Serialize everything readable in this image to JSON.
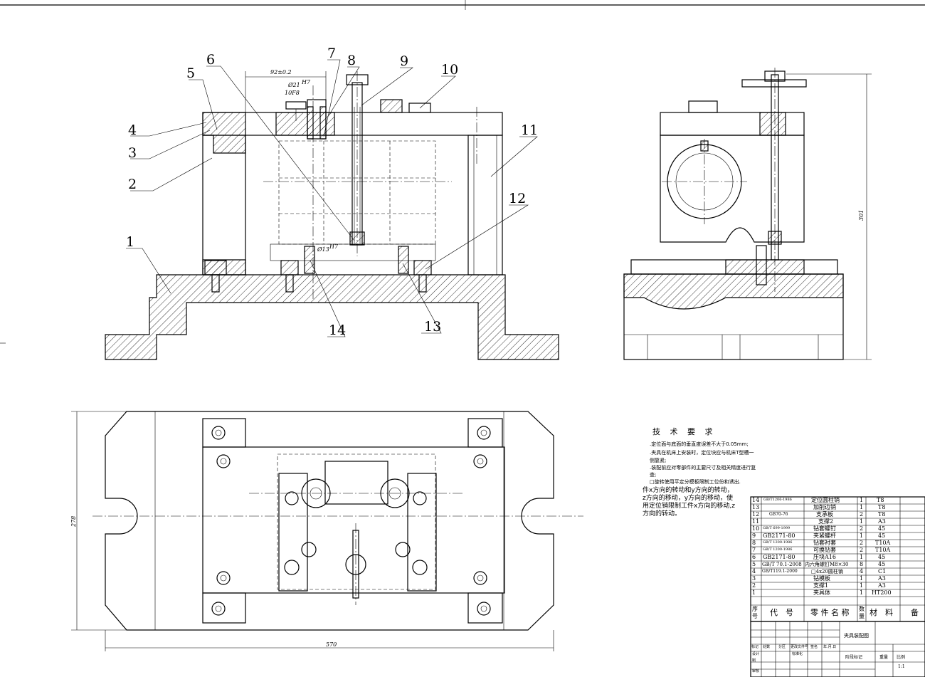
{
  "part_labels": [
    "1",
    "2",
    "3",
    "4",
    "5",
    "6",
    "7",
    "8",
    "9",
    "10",
    "11",
    "12",
    "13",
    "14"
  ],
  "dimensions": {
    "front_width": "92±0.2",
    "bore_dia": "Ø21",
    "bore_fit": "H7",
    "pin_fit": "10F8",
    "pin_dia": "Ø13",
    "pin_fit2": "H7",
    "plan_width": "570",
    "plan_height": "278",
    "side_height": "301"
  },
  "tech_requirements": {
    "title": "技 术 要 求",
    "lines": [
      ".定位面与底面的垂直度误差不大于0.05mm;",
      ".夹具在机床上安装时，定位块应与机床T型槽一",
      "侧靠紧;",
      ".装配前应对零部件的主要尺寸及相关精度进行复",
      "查;",
      "□旋转使用平定分模板限制工位份和诱出."
    ],
    "note": "件x方向的转动和y方向的转动，z方向的移动，y方向的移动，使用定位销限制工件x方向的移动,z方向的转动。"
  },
  "bom": {
    "rows": [
      {
        "no": "14",
        "code": "GB/T1206-1986",
        "name": "定位圆柱销",
        "qty": "1",
        "material": "T8"
      },
      {
        "no": "13",
        "code": "",
        "name": "加削边销",
        "qty": "1",
        "material": "T8"
      },
      {
        "no": "12",
        "code": "GB70-76",
        "name": "支承板",
        "qty": "2",
        "material": "T8"
      },
      {
        "no": "11",
        "code": "",
        "name": "支撑2",
        "qty": "1",
        "material": "A3"
      },
      {
        "no": "10",
        "code": "GB/T 699-1999",
        "name": "钻套螺钉",
        "qty": "2",
        "material": "45"
      },
      {
        "no": "9",
        "code": "GB2171-80",
        "name": "夹紧螺杆",
        "qty": "1",
        "material": "45"
      },
      {
        "no": "8",
        "code": "GB/T 1200-1986",
        "name": "钻套衬套",
        "qty": "2",
        "material": "T10A"
      },
      {
        "no": "7",
        "code": "GB/T 1200-1986",
        "name": "可换钻套",
        "qty": "2",
        "material": "T10A"
      },
      {
        "no": "6",
        "code": "GB2171-80",
        "name": "压块A16",
        "qty": "1",
        "material": "45"
      },
      {
        "no": "5",
        "code": "GB/T 70.1-2008",
        "name": "内六角螺钉M8×30",
        "qty": "8",
        "material": "45"
      },
      {
        "no": "4",
        "code": "GB/T119.1-2000",
        "name": "□4x20圆柱销",
        "qty": "4",
        "material": "C1"
      },
      {
        "no": "3",
        "code": "",
        "name": "钻模板",
        "qty": "1",
        "material": "A3"
      },
      {
        "no": "2",
        "code": "",
        "name": "支撑1",
        "qty": "1",
        "material": "A3"
      },
      {
        "no": "1",
        "code": "",
        "name": "夹具体",
        "qty": "1",
        "material": "HT200"
      }
    ],
    "header": {
      "seq": "序",
      "seq2": "号",
      "code": "代　号",
      "name": "零 件 名 称",
      "qty": "数",
      "qty2": "量",
      "material": "材　料",
      "remark": "备"
    },
    "title_block": {
      "drawing_name": "夹具装配图",
      "mark": "标记",
      "count": "处数",
      "zone": "分区",
      "change_doc": "更改文件号",
      "sign": "签名",
      "date": "年.月.日",
      "design": "设计",
      "standard": "标准化",
      "draw": "制",
      "check": "审核",
      "stage_mark": "阶段标记",
      "weight": "重量",
      "scale": "比例",
      "scale_value": "1:1"
    }
  }
}
